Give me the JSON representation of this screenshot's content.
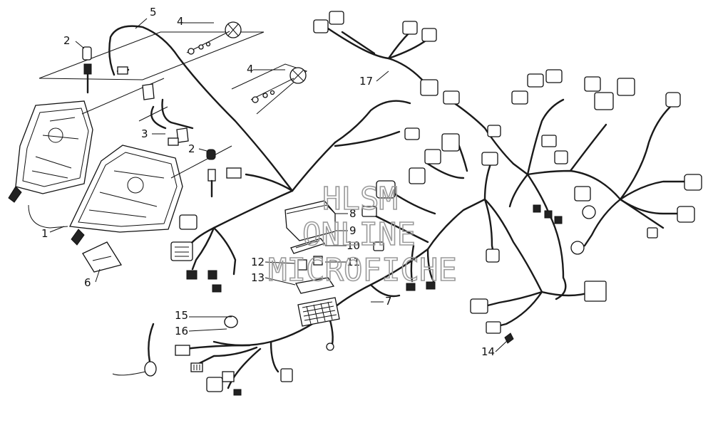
{
  "callouts": {
    "c1": "1",
    "c2a": "2",
    "c2b": "2",
    "c3": "3",
    "c4a": "4",
    "c4b": "4",
    "c5": "5",
    "c6": "6",
    "c7": "7",
    "c8": "8",
    "c9": "9",
    "c10": "10",
    "c11": "11",
    "c12": "12",
    "c13": "13",
    "c14": "14",
    "c15": "15",
    "c16": "16",
    "c17": "17"
  },
  "watermark": {
    "line1": "HLSM",
    "line2": "ONLINE",
    "line3": "MICROFICHE"
  },
  "colors": {
    "line": "#111111",
    "background": "#ffffff",
    "watermark": "#9a9a9a"
  }
}
